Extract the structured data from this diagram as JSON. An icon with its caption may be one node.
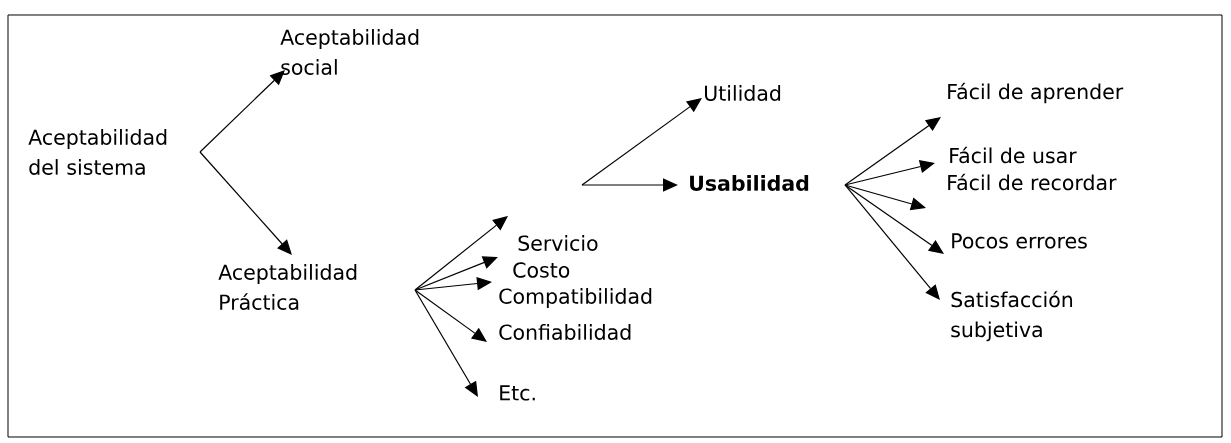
{
  "diagram": {
    "nodes": [
      {
        "text": [
          "Aceptabilidad del sistema"
        ]
      },
      {
        "text": [
          "Aceptabilidad social"
        ]
      },
      {
        "text": [
          "Aceptabilidad Práctica"
        ]
      },
      {
        "text": [
          "Servicio"
        ]
      },
      {
        "text": [
          "Costo"
        ]
      },
      {
        "text": [
          "Compatibilidad"
        ]
      },
      {
        "text": [
          "Confiabilidad"
        ]
      },
      {
        "text": [
          "Etc."
        ]
      },
      {
        "text": [
          "Utilidad"
        ]
      },
      {
        "text": [
          "Usabilidad"
        ]
      },
      {
        "text": [
          "Fácil de aprender"
        ]
      },
      {
        "text": [
          "Fácil de usar"
        ]
      },
      {
        "text": [
          "Fácil de recordar"
        ]
      },
      {
        "text": [
          "Pocos errores"
        ]
      },
      {
        "text": [
          "Satisfacción subjetiva"
        ]
      }
    ],
    "edges": [
      {
        "from": 0,
        "to": 1,
        "arrow": "to"
      },
      {
        "from": 0,
        "to": 2,
        "arrow": "to"
      },
      {
        "from": 2,
        "to": 3,
        "arrow": "to"
      },
      {
        "from": 2,
        "to": 4,
        "arrow": "to"
      },
      {
        "from": 2,
        "to": 5,
        "arrow": "to"
      },
      {
        "from": 2,
        "to": 6,
        "arrow": "to"
      },
      {
        "from": 2,
        "to": 7,
        "arrow": "to"
      },
      {
        "from": null,
        "to": 8,
        "arrow": "to"
      },
      {
        "from": null,
        "to": 9,
        "arrow": "to"
      },
      {
        "from": 9,
        "to": 10,
        "arrow": "to"
      },
      {
        "from": 9,
        "to": 11,
        "arrow": "to"
      },
      {
        "from": 9,
        "to": 12,
        "arrow": "to"
      },
      {
        "from": 9,
        "to": 13,
        "arrow": "to"
      },
      {
        "from": 9,
        "to": 14,
        "arrow": "to"
      }
    ]
  }
}
